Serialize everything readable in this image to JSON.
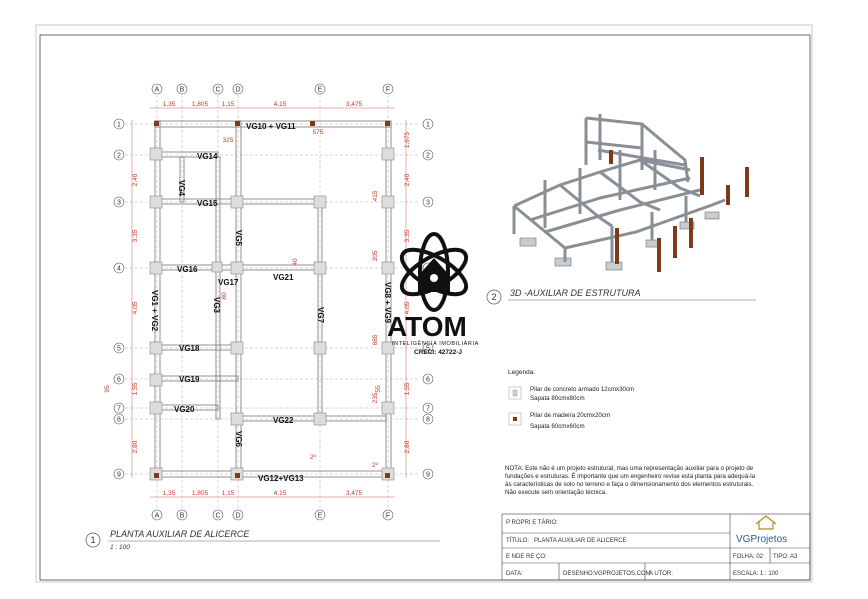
{
  "plan": {
    "title": "PLANTA AUXILIAR DE ALICERCE",
    "scale": "1 : 100",
    "number": "1",
    "col_axes": [
      "A",
      "B",
      "C",
      "D",
      "E",
      "F"
    ],
    "row_axes": [
      "1",
      "2",
      "3",
      "4",
      "5",
      "6",
      "7",
      "8",
      "9"
    ],
    "top_dims": [
      "1,35",
      "1,805",
      "1,15",
      "4,15",
      "3,475"
    ],
    "bottom_dims": [
      "1,35",
      "1,805",
      "1,15",
      "4,15",
      "3,475"
    ],
    "left_dims": [
      "2,40",
      "3,35",
      "4,05",
      "1,55",
      "2,80"
    ],
    "right_dims": [
      "1,675",
      "2,40",
      "3,35",
      "4,05",
      "1,55",
      "2,80"
    ],
    "misc_dims": [
      "325",
      "575",
      "415",
      "205",
      "685",
      "235",
      "55",
      "40",
      "80",
      "95"
    ],
    "beams": {
      "vg10_11": "VG10 + VG11",
      "vg14": "VG14",
      "vg4": "VG4",
      "vg15": "VG15",
      "vg5": "VG5",
      "vg16": "VG16",
      "vg17": "VG17",
      "vg21": "VG21",
      "vg1_2": "VG1 + VG2",
      "vg3": "VG3",
      "vg7": "VG7",
      "vg8_9": "VG8 + VG9",
      "vg18": "VG18",
      "vg19": "VG19",
      "vg20": "VG20",
      "vg22": "VG22",
      "vg6": "VG6",
      "vg12_13": "VG12+VG13"
    },
    "markers": [
      "2º",
      "2º"
    ]
  },
  "view3d": {
    "number": "2",
    "title": "3D -AUXILIAR DE ESTRUTURA"
  },
  "watermark": {
    "brand": "ATOM",
    "tagline": "INTELIGÊNCIA IMOBILIÁRIA",
    "creci": "CRECI: 42722-J"
  },
  "legend": {
    "title": "Legenda:",
    "items": [
      {
        "line1": "Pilar de concreto armado 12cmx30cm",
        "line2": "Sapata 80cmx80cm",
        "color": "#cfcfcf"
      },
      {
        "line1": "Pilar de madeira 20cmx20cm",
        "line2": "Sapata 60cmx60cm",
        "color": "#7a3b16"
      }
    ]
  },
  "note": {
    "lines": [
      "NOTA: Este não é um projeto estrutural, mas uma representação auxiliar para o projeto de",
      "fundações e estruturas. É importante que um engenheiro revise esta planta para adequá-la",
      "às características de solo no terreno e faça o dimensionamento dos elementos estruturais.",
      "Não execute sem orientação técnica."
    ]
  },
  "title_block": {
    "owner_label": "P ROPRI E TÁRIO:",
    "title_label": "TÍTULO:",
    "title_value": "PLANTA AUXILIAR DE ALICERCE",
    "address_label": "E NDE RE ÇO:",
    "date_label": "DATA:",
    "designer_label": "DESENHO:",
    "designer_value": "VGPROJETOS.COM",
    "author_label": "A UTOR:",
    "sheet_label": "FOLHA: 02",
    "type_label": "TIPO: A3",
    "scale_label": "ESCALA: 1 : 100",
    "logo": "VGProjetos"
  }
}
